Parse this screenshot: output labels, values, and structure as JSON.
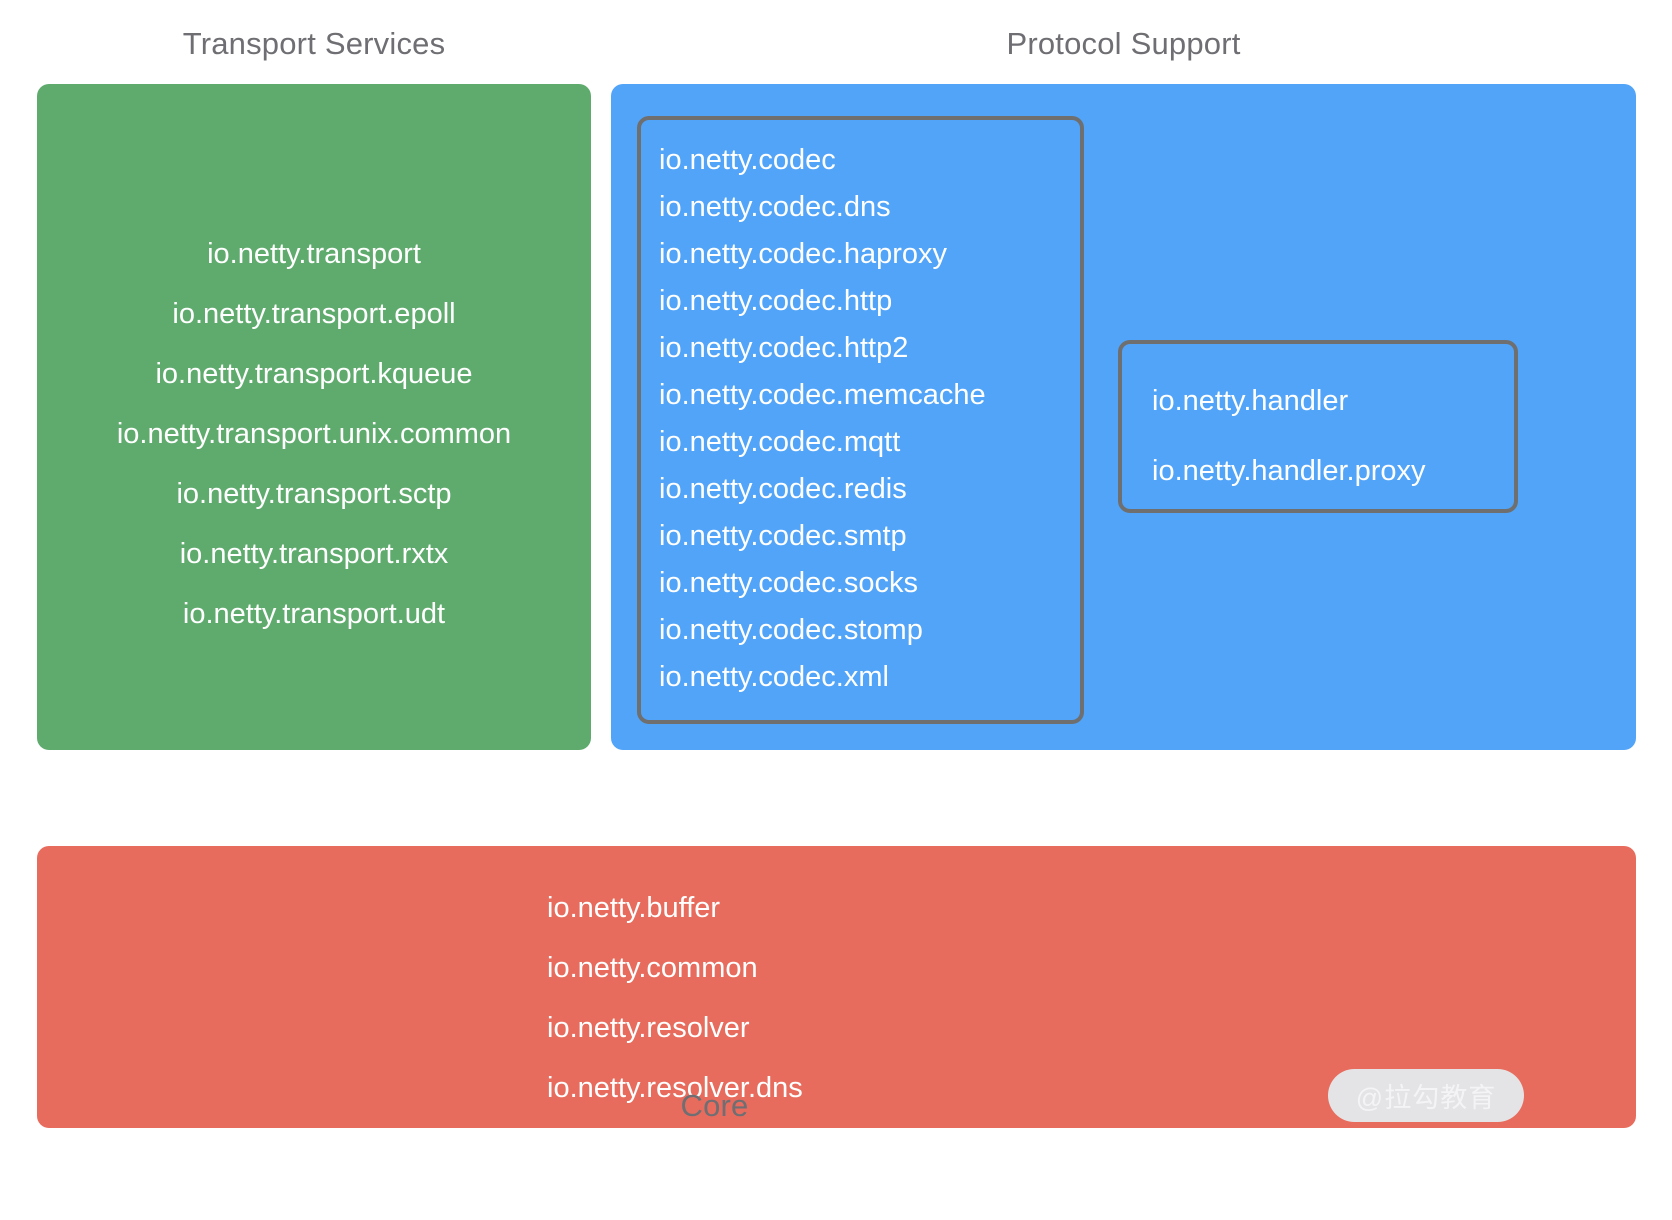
{
  "headings": {
    "transport": "Transport Services",
    "protocol": "Protocol Support",
    "core": "Core"
  },
  "colors": {
    "transport_panel": "#5FAB6E",
    "protocol_panel": "#51A4F8",
    "core_panel": "#E86C5D",
    "subbox_border": "#6F6F6F",
    "heading_text": "#6E6E73",
    "package_text": "#FFFFFF",
    "background": "#FFFFFF",
    "watermark_bg": "#E4E4E6",
    "watermark_text": "#F4F4F6"
  },
  "transport": {
    "packages": [
      "io.netty.transport",
      "io.netty.transport.epoll",
      "io.netty.transport.kqueue",
      "io.netty.transport.unix.common",
      "io.netty.transport.sctp",
      "io.netty.transport.rxtx",
      "io.netty.transport.udt"
    ]
  },
  "protocol": {
    "codec": {
      "packages": [
        "io.netty.codec",
        "io.netty.codec.dns",
        "io.netty.codec.haproxy",
        "io.netty.codec.http",
        "io.netty.codec.http2",
        "io.netty.codec.memcache",
        "io.netty.codec.mqtt",
        "io.netty.codec.redis",
        "io.netty.codec.smtp",
        "io.netty.codec.socks",
        "io.netty.codec.stomp",
        "io.netty.codec.xml"
      ]
    },
    "handler": {
      "packages": [
        "io.netty.handler",
        "io.netty.handler.proxy"
      ]
    }
  },
  "core": {
    "packages": [
      "io.netty.buffer",
      "io.netty.common",
      "io.netty.resolver",
      "io.netty.resolver.dns"
    ]
  },
  "watermark": {
    "text": "@拉勾教育"
  }
}
